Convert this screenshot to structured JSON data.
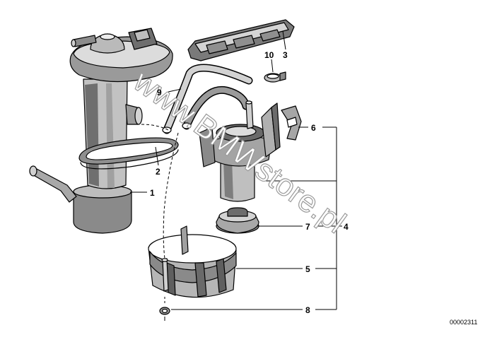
{
  "diagram": {
    "callouts": {
      "c1": "1",
      "c2": "2",
      "c3": "3",
      "c4": "4",
      "c5": "5",
      "c6": "6",
      "c7": "7",
      "c8": "8",
      "c9": "9",
      "c10": "10"
    },
    "watermark": "www.BMWstore.pl",
    "drawing_code": "00002311"
  },
  "colors": {
    "line": "#000000",
    "shade_dark": "#555555",
    "shade_mid": "#9b9b9b",
    "shade_light": "#d9d9d9",
    "background": "#ffffff"
  }
}
